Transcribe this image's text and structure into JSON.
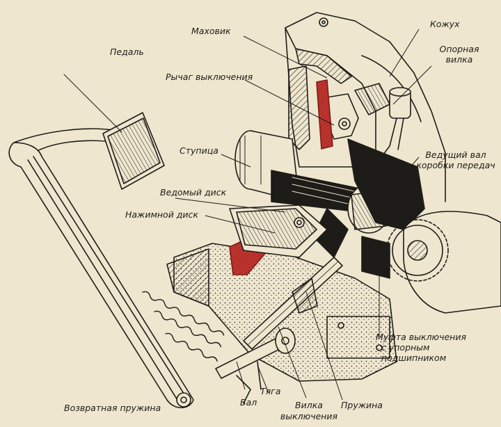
{
  "labels": {
    "flywheel": "Маховик",
    "housing": "Кожух",
    "support_fork_1": "Опорная",
    "support_fork_2": "вилка",
    "pedal": "Педаль",
    "release_lever": "Рычаг выключения",
    "hub": "Ступица",
    "input_shaft_1": "Ведущий вал",
    "input_shaft_2": "коробки передач",
    "driven_disc": "Ведомый диск",
    "pressure_disc": "Нажимной диск",
    "release_clutch_1": "Муфта выключения",
    "release_clutch_2": "с упорным",
    "release_clutch_3": "подшипником",
    "return_spring": "Возвратная пружина",
    "shaft": "Вал",
    "rod": "Тяга",
    "release_fork_1": "Вилка",
    "release_fork_2": "выключения",
    "spring": "Пружина"
  },
  "colors": {
    "paper": "#efe6cf",
    "ink": "#1e1c18",
    "friction_lining": "#c0352e"
  }
}
